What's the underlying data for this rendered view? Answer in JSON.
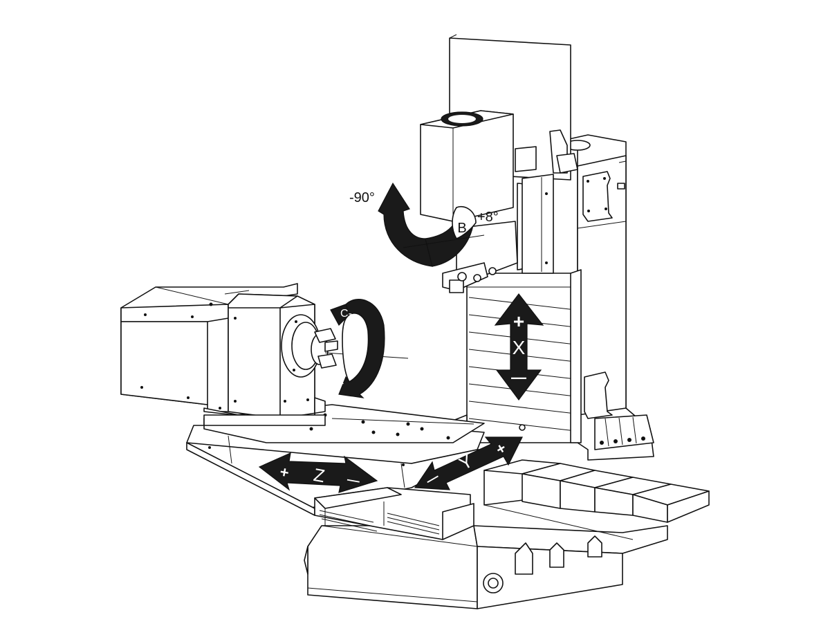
{
  "labels": {
    "b_minus_angle": "-90°",
    "b_plus_angle": "+8°",
    "b_axis": "B",
    "c_minus": "C-",
    "c_plus": "+",
    "x_plus": "+",
    "x_axis": "X",
    "x_minus": "—",
    "z_plus": "+",
    "z_axis": "Z",
    "z_minus": "—",
    "y_minus": "—",
    "y_axis": "Y",
    "y_plus": "+"
  },
  "colors": {
    "line": "#111111",
    "arrow_fill": "#1a1a1a",
    "background": "#ffffff"
  }
}
